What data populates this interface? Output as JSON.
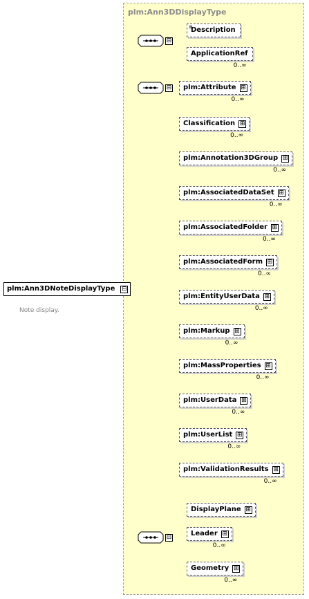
{
  "type_name": "plm:Ann3DDisplayType",
  "root": {
    "label": "plm:Ann3DNoteDisplayType",
    "doc": "Note display.",
    "expander": "⊟"
  },
  "groups": [
    {
      "name": "sequence-1",
      "elements": [
        {
          "label": "Description",
          "card": "",
          "expandable": false
        },
        {
          "label": "ApplicationRef",
          "card": "0..∞",
          "expandable": false
        }
      ]
    },
    {
      "name": "sequence-2",
      "elements": [
        {
          "label": "plm:Attribute",
          "card": "0..∞",
          "expandable": true
        },
        {
          "label": "Classification",
          "card": "0..∞",
          "expandable": true
        },
        {
          "label": "plm:Annotation3DGroup",
          "card": "0..∞",
          "expandable": true
        },
        {
          "label": "plm:AssociatedDataSet",
          "card": "0..∞",
          "expandable": true
        },
        {
          "label": "plm:AssociatedFolder",
          "card": "0..∞",
          "expandable": true
        },
        {
          "label": "plm:AssociatedForm",
          "card": "0..∞",
          "expandable": true
        },
        {
          "label": "plm:EntityUserData",
          "card": "0..∞",
          "expandable": true
        },
        {
          "label": "plm:Markup",
          "card": "0..∞",
          "expandable": true
        },
        {
          "label": "plm:MassProperties",
          "card": "0..∞",
          "expandable": true
        },
        {
          "label": "plm:UserData",
          "card": "0..∞",
          "expandable": true
        },
        {
          "label": "plm:UserList",
          "card": "0..∞",
          "expandable": true
        },
        {
          "label": "plm:ValidationResults",
          "card": "0..∞",
          "expandable": true
        }
      ]
    },
    {
      "name": "sequence-3",
      "elements": [
        {
          "label": "DisplayPlane",
          "card": "",
          "expandable": true
        },
        {
          "label": "Leader",
          "card": "0..∞",
          "expandable": true
        },
        {
          "label": "Geometry",
          "card": "0..∞",
          "expandable": true
        }
      ]
    }
  ],
  "icons": {
    "expand": "⊞",
    "collapse": "⊟",
    "sequence": "sequence-compositor-icon"
  }
}
